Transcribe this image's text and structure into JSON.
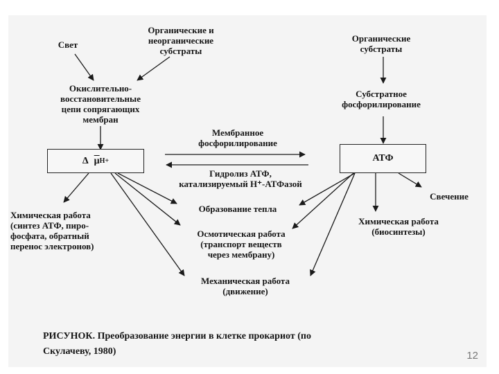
{
  "diagram": {
    "source_light": "Свет",
    "source_substrates_mixed": "Органические и\nнеорганические\nсубстраты",
    "source_substrates_organic": "Органические\nсубстраты",
    "redox_chains": "Окислительно-\nвосстановительные\nцепи сопрягающих\nмембран",
    "substrate_phosphorylation": "Субстратное\nфосфорилирование",
    "membrane_phosphorylation": "Мембранное\nфосфорилирование",
    "hydrolysis": "Гидролиз АТФ,\nкатализируемый Н⁺-АТФазой",
    "proton_box_delta": "Δ",
    "proton_box_mu": "μ",
    "proton_box_sub": "Н",
    "proton_box_sup": "+",
    "atp_box": "АТФ",
    "chemical_work_left": "Химическая работа\n(синтез АТФ, пиро-\nфосфата, обратный\nперенос электронов)",
    "heat": "Образование тепла",
    "osmotic_work": "Осмотическая работа\n(транспорт веществ\nчерез мембрану)",
    "mechanical_work": "Механическая работа\n(движение)",
    "glow": "Свечение",
    "chemical_work_right": "Химическая работа\n(биосинтезы)"
  },
  "caption": "РИСУНОК. Преобразование энергии в клетке прокариот (по\nСкулачеву, 1980)",
  "page_number": "12",
  "colors": {
    "ink": "#151515",
    "scan_background": "#f4f4f4",
    "page_number": "#777777"
  }
}
